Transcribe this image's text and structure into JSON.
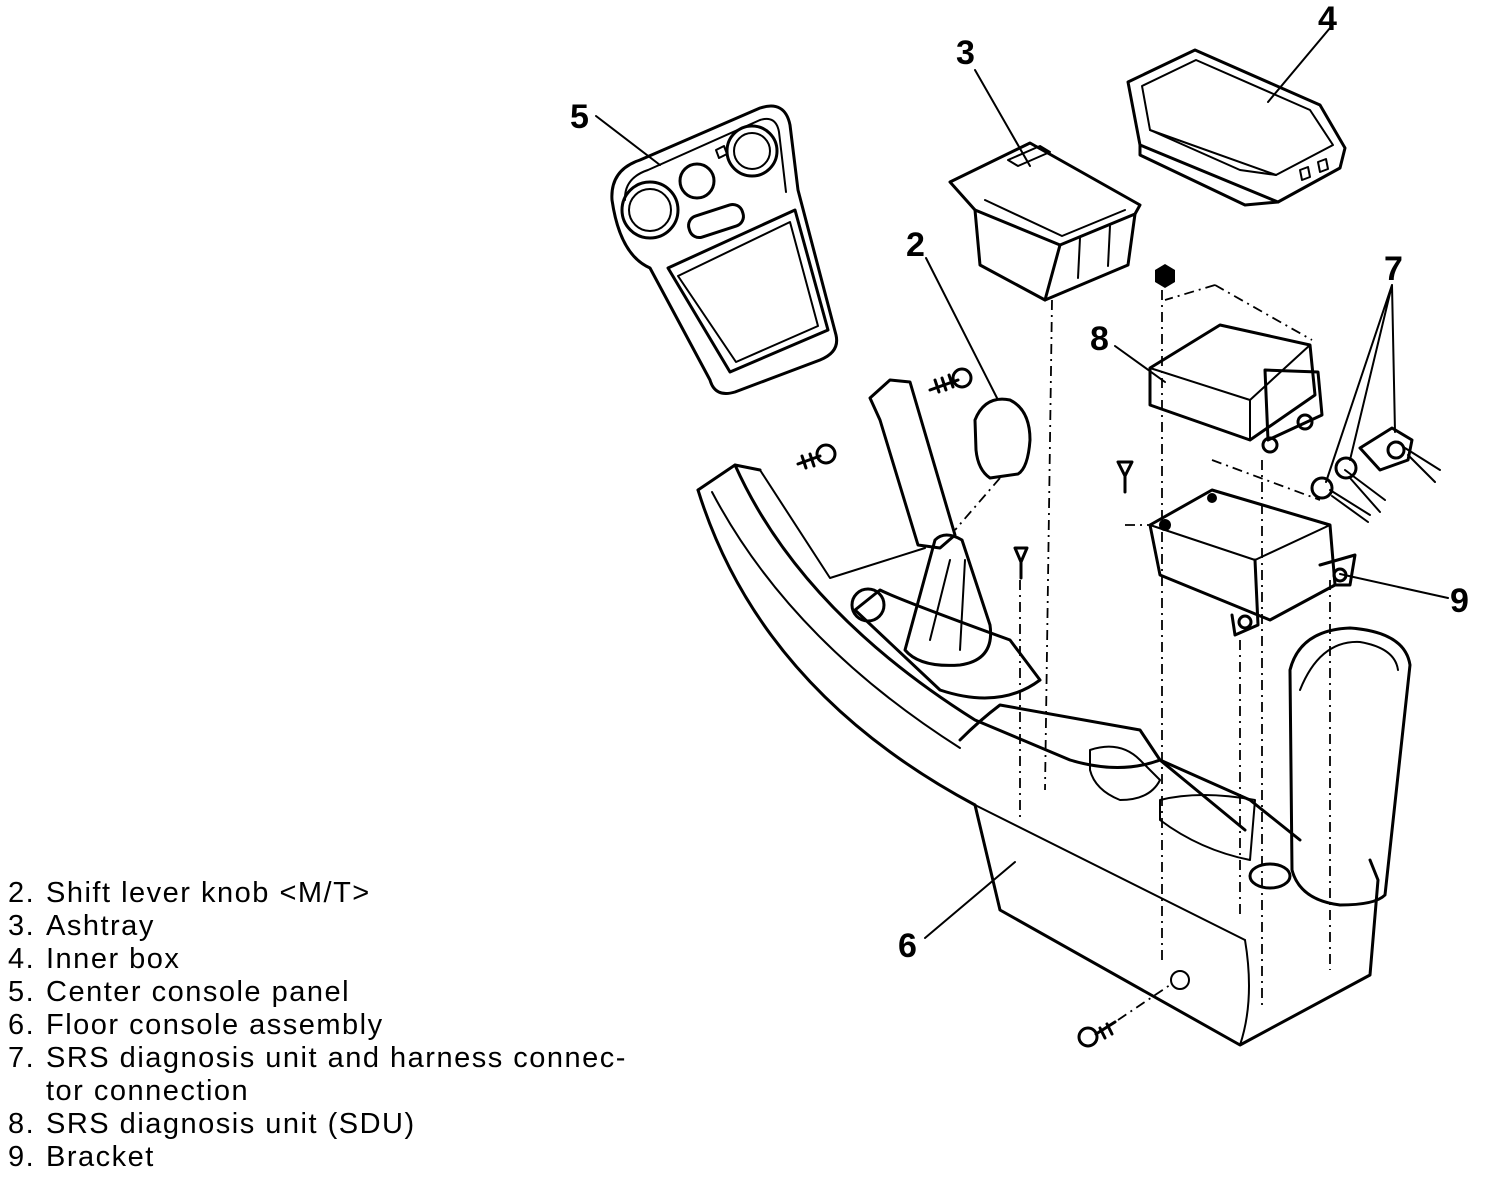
{
  "callouts": {
    "c2": "2",
    "c3": "3",
    "c4": "4",
    "c5": "5",
    "c6": "6",
    "c7": "7",
    "c8": "8",
    "c9": "9"
  },
  "legend": [
    {
      "number": "2.",
      "text": "Shift lever knob <M/T>"
    },
    {
      "number": "3.",
      "text": "Ashtray"
    },
    {
      "number": "4.",
      "text": "Inner box"
    },
    {
      "number": "5.",
      "text": "Center console panel"
    },
    {
      "number": "6.",
      "text": "Floor console assembly"
    },
    {
      "number": "7.",
      "text": "SRS diagnosis unit and harness connec-",
      "continuation": "tor connection"
    },
    {
      "number": "8.",
      "text": "SRS diagnosis unit (SDU)"
    },
    {
      "number": "9.",
      "text": "Bracket"
    }
  ]
}
